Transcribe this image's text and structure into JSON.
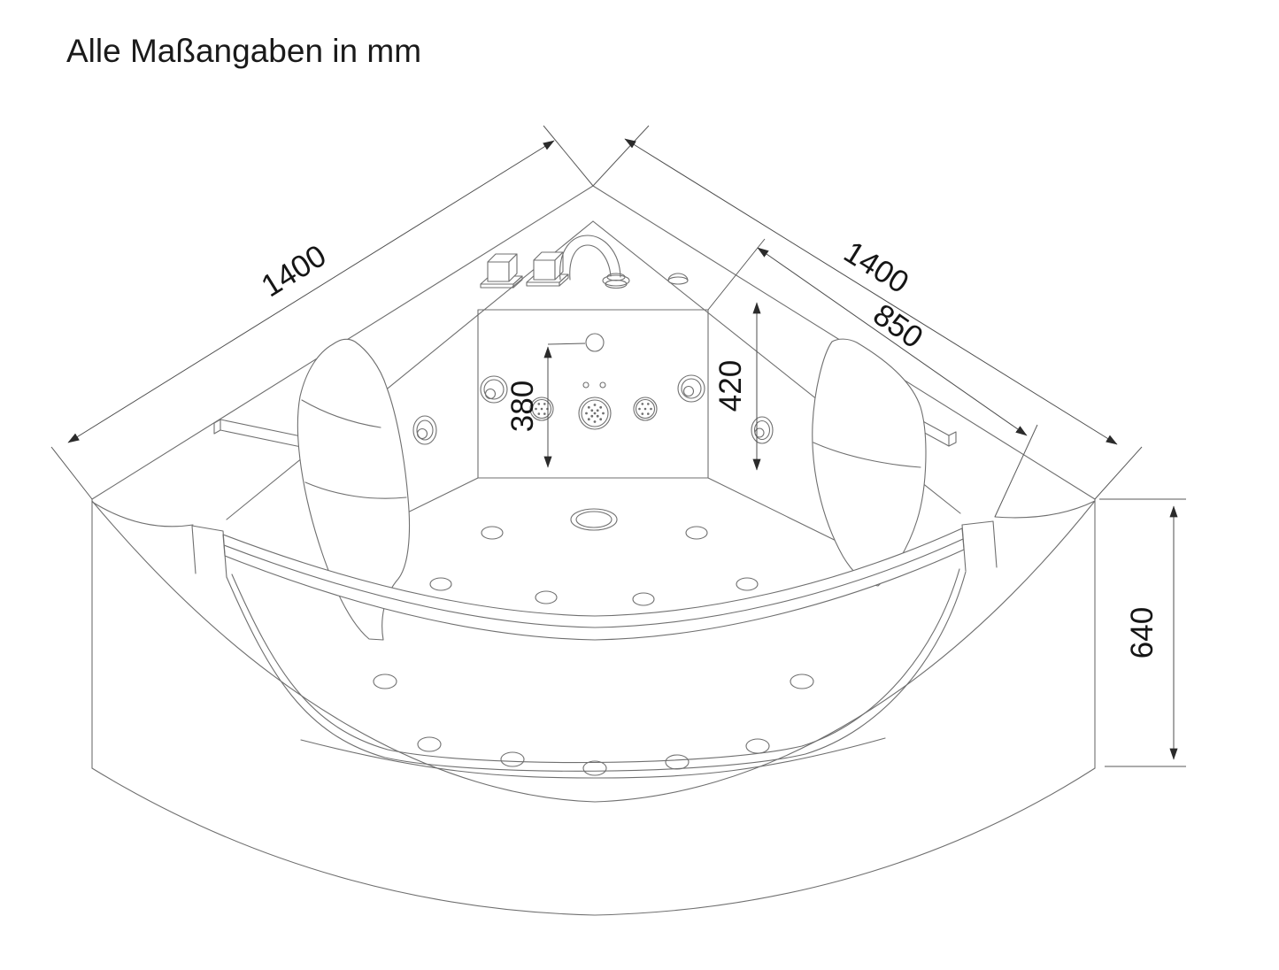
{
  "title": "Alle Maßangaben in mm",
  "unit": "mm",
  "dimensions": {
    "left_width": "1400",
    "right_width": "1400",
    "inner_right_width": "850",
    "back_jet_offset": "380",
    "back_panel_height": "420",
    "tub_height": "640"
  },
  "colors": {
    "background": "#ffffff",
    "drawing_line": "#6f6f6f",
    "dimension_line": "#4d4d4d",
    "text": "#151515"
  }
}
